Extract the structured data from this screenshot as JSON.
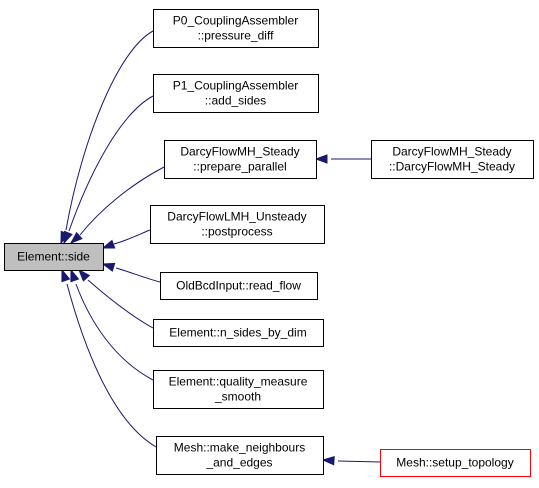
{
  "colors": {
    "edge": "#191970",
    "node_border": "#000000",
    "node_fill": "#ffffff",
    "focus_fill": "#bfbfbf",
    "truncated_border": "#ff0000"
  },
  "nodes": {
    "element_side": {
      "lines": [
        "Element::side"
      ],
      "style": "focus"
    },
    "p0_pressure_diff": {
      "lines": [
        "P0_CouplingAssembler",
        "::pressure_diff"
      ],
      "style": "normal"
    },
    "p1_add_sides": {
      "lines": [
        "P1_CouplingAssembler",
        "::add_sides"
      ],
      "style": "normal"
    },
    "darcy_prepare": {
      "lines": [
        "DarcyFlowMH_Steady",
        "::prepare_parallel"
      ],
      "style": "normal"
    },
    "darcy_ctor": {
      "lines": [
        "DarcyFlowMH_Steady",
        "::DarcyFlowMH_Steady"
      ],
      "style": "normal"
    },
    "darcy_lmh_post": {
      "lines": [
        "DarcyFlowLMH_Unsteady",
        "::postprocess"
      ],
      "style": "normal"
    },
    "oldbcd_read_flow": {
      "lines": [
        "OldBcdInput::read_flow"
      ],
      "style": "normal"
    },
    "n_sides_by_dim": {
      "lines": [
        "Element::n_sides_by_dim"
      ],
      "style": "normal"
    },
    "quality_measure": {
      "lines": [
        "Element::quality_measure",
        "_smooth"
      ],
      "style": "normal"
    },
    "make_neighbours": {
      "lines": [
        "Mesh::make_neighbours",
        "_and_edges"
      ],
      "style": "normal"
    },
    "setup_topology": {
      "lines": [
        "Mesh::setup_topology"
      ],
      "style": "truncated"
    }
  },
  "edges": [
    {
      "from": "p0_pressure_diff",
      "to": "element_side"
    },
    {
      "from": "p1_add_sides",
      "to": "element_side"
    },
    {
      "from": "darcy_prepare",
      "to": "element_side"
    },
    {
      "from": "darcy_lmh_post",
      "to": "element_side"
    },
    {
      "from": "oldbcd_read_flow",
      "to": "element_side"
    },
    {
      "from": "n_sides_by_dim",
      "to": "element_side"
    },
    {
      "from": "quality_measure",
      "to": "element_side"
    },
    {
      "from": "make_neighbours",
      "to": "element_side"
    },
    {
      "from": "darcy_ctor",
      "to": "darcy_prepare"
    },
    {
      "from": "setup_topology",
      "to": "make_neighbours"
    }
  ]
}
